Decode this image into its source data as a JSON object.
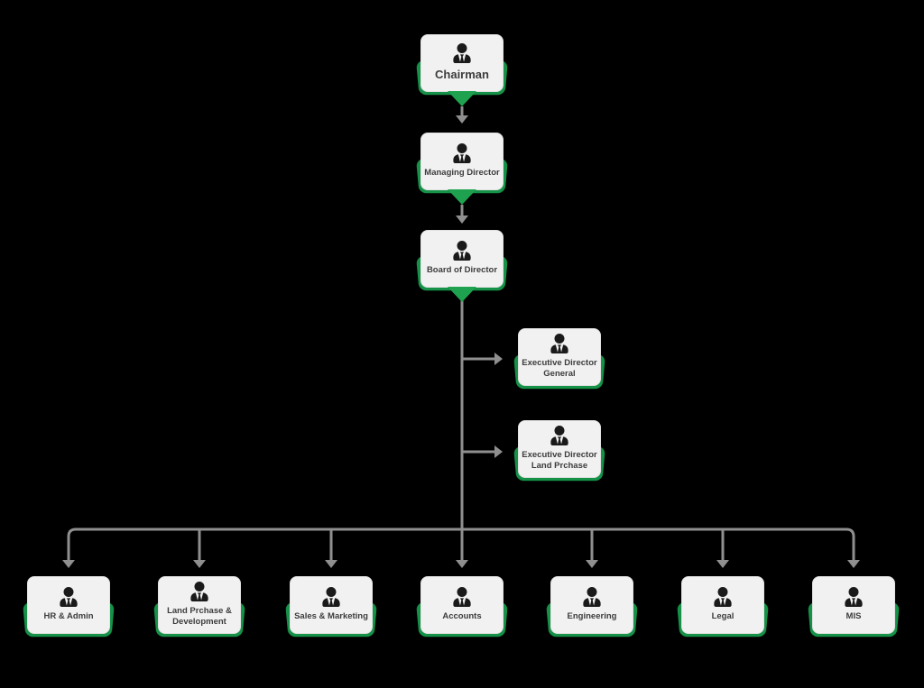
{
  "diagram": {
    "type": "organization-chart",
    "colors": {
      "background": "#000000",
      "card_background": "#f1f1f1",
      "card_border": "#e2e2e2",
      "green_base": "#169148",
      "green_triangle": "#1fa24f",
      "connector_gray": "#8f8f8f",
      "label_text": "#3c3c3c",
      "icon_black": "#1a1a1a"
    },
    "node_icon": "person-tie-icon",
    "nodes": {
      "chairman": {
        "label": "Chairman"
      },
      "managing_director": {
        "label": "Managing Director"
      },
      "board_of_director": {
        "label": "Board of Director"
      },
      "executives": [
        {
          "label": "Executive Director\nGeneral"
        },
        {
          "label": "Executive Director\nLand Prchase"
        }
      ],
      "departments": [
        {
          "label": "HR & Admin"
        },
        {
          "label": "Land Prchase &\nDevelopment"
        },
        {
          "label": "Sales & Marketing"
        },
        {
          "label": "Accounts"
        },
        {
          "label": "Engineering"
        },
        {
          "label": "Legal"
        },
        {
          "label": "MIS"
        }
      ]
    }
  }
}
